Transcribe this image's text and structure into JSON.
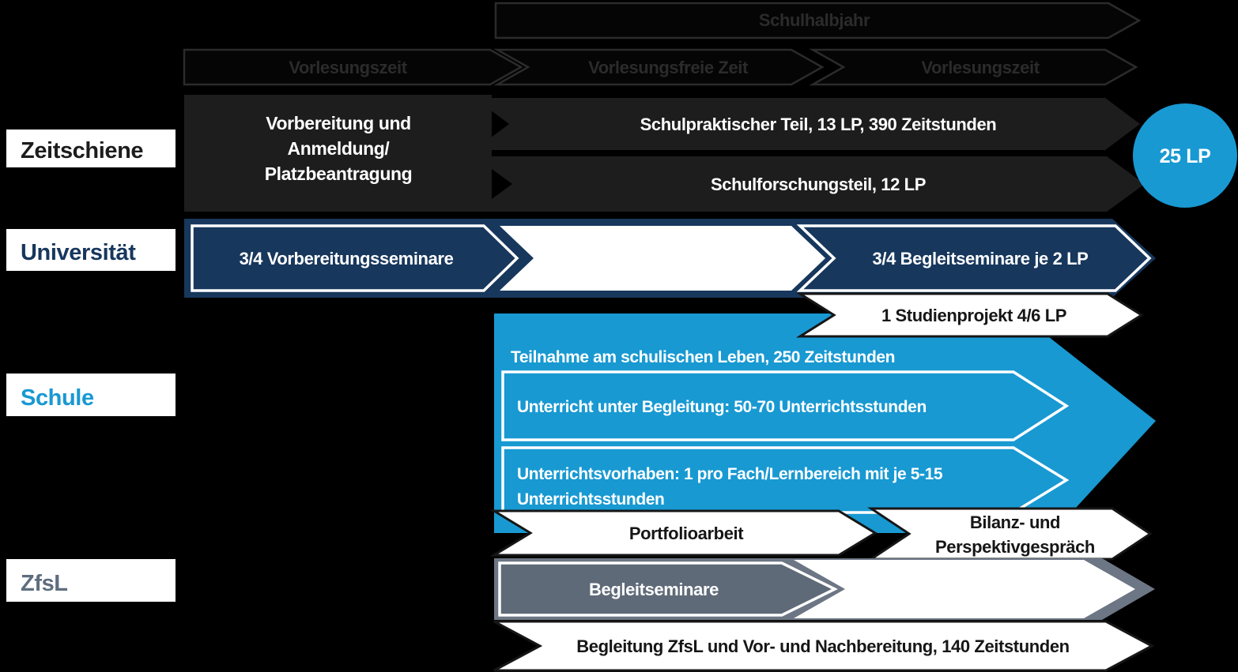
{
  "colors": {
    "background": "#000000",
    "ghost": "#2B2B2B",
    "dark": "#1D1D1E",
    "navy": "#17375C",
    "cyan": "#1899D2",
    "gray_band": "#6C7684",
    "gray_arrow": "#5F6A78",
    "white": "#FFFFFF",
    "black_text": "#161616",
    "zfsl_text": "#5F6E7E"
  },
  "timeline_top": {
    "schulhalbjahr": "Schulhalbjahr",
    "vorlesungszeit_1": "Vorlesungszeit",
    "vorlesungsfreie_zeit": "Vorlesungsfreie Zeit",
    "vorlesungszeit_2": "Vorlesungszeit"
  },
  "zeitschiene": {
    "label": "Zeitschiene",
    "prep_line1": "Vorbereitung und",
    "prep_line2": "Anmeldung/",
    "prep_line3": "Platzbeantragung",
    "schulpraktisch": "Schulpraktischer Teil, 13 LP, 390 Zeitstunden",
    "schulforschung": "Schulforschungsteil, 12 LP",
    "credits_total": "25 LP"
  },
  "universitaet": {
    "label": "Universität",
    "vorbereitungsseminare": "3/4 Vorbereitungsseminare",
    "begleitseminare": "3/4 Begleitseminare je 2 LP",
    "studienprojekt": "1 Studienprojekt 4/6 LP"
  },
  "schule": {
    "label": "Schule",
    "teilnahme": "Teilnahme am schulischen Leben, 250 Zeitstunden",
    "unterricht": "Unterricht unter Begleitung: 50-70 Unterrichtsstunden",
    "vorhaben_line1": "Unterrichtsvorhaben: 1 pro Fach/Lernbereich mit je 5-15",
    "vorhaben_line2": "Unterrichtsstunden",
    "portfolioarbeit": "Portfolioarbeit",
    "bilanz_line1": "Bilanz- und",
    "bilanz_line2": "Perspektivgespräch"
  },
  "zfsl": {
    "label": "ZfsL",
    "begleitseminare": "Begleitseminare",
    "begleitung": "Begleitung ZfsL und Vor- und Nachbereitung, 140 Zeitstunden"
  }
}
